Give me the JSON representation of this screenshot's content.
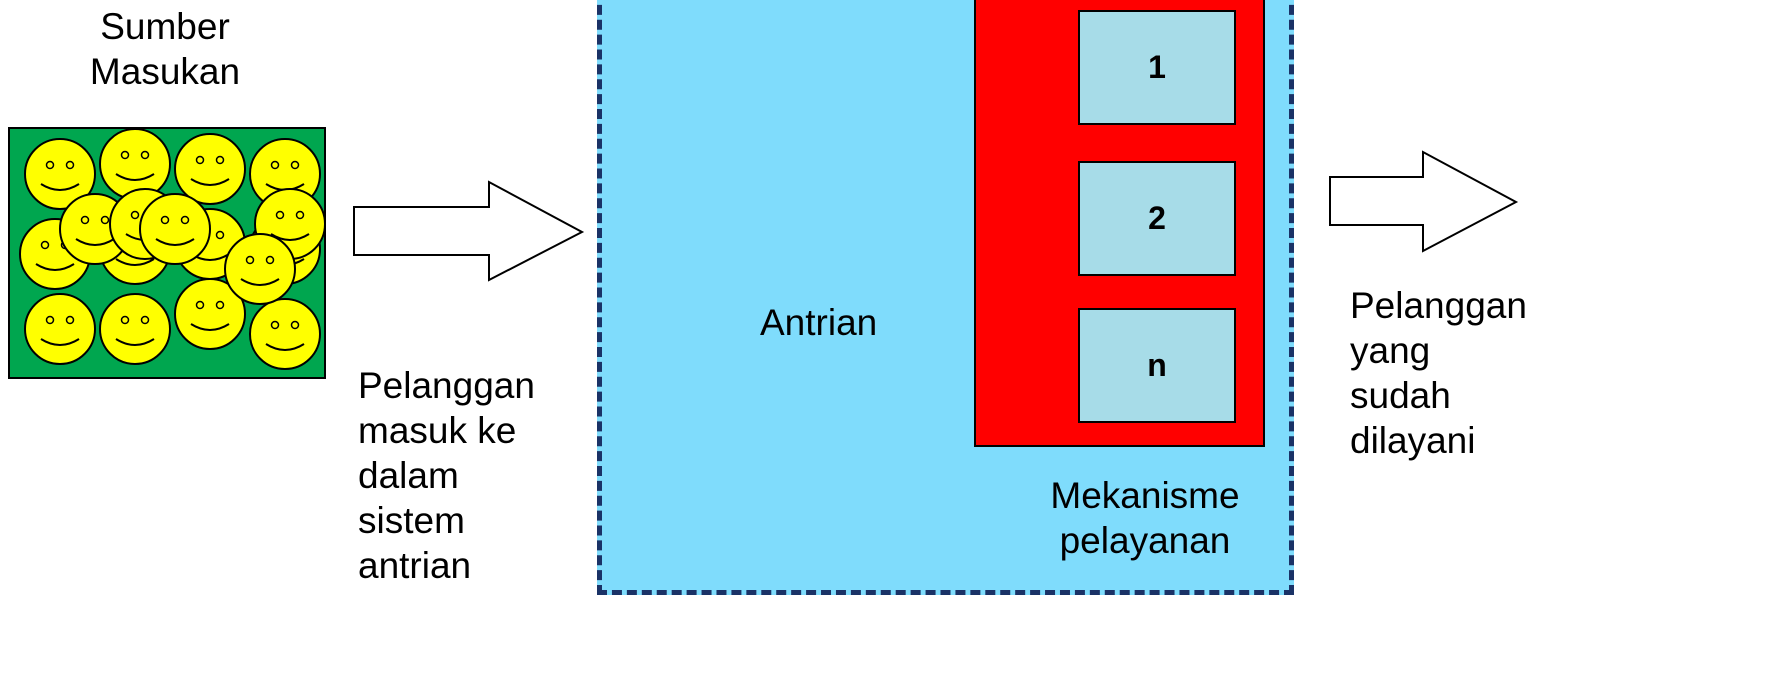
{
  "source": {
    "title": "Sumber\nMasukan",
    "face_color": "#ffff00",
    "background": "#00a64f"
  },
  "arrows": {
    "fill": "#ffffff",
    "stroke": "#000000"
  },
  "entering": {
    "label": "Pelanggan\nmasuk ke\ndalam\nsistem\nantrian"
  },
  "system": {
    "fill": "#7fdcfc",
    "border": "#1a3266",
    "queue_label": "Antrian"
  },
  "mechanism": {
    "fill": "#ff0000",
    "servers": [
      "1",
      "2",
      "n"
    ],
    "server_fill": "#a7dce8",
    "label": "Mekanisme\npelayanan"
  },
  "served": {
    "label": "Pelanggan\nyang\nsudah\ndilayani"
  }
}
